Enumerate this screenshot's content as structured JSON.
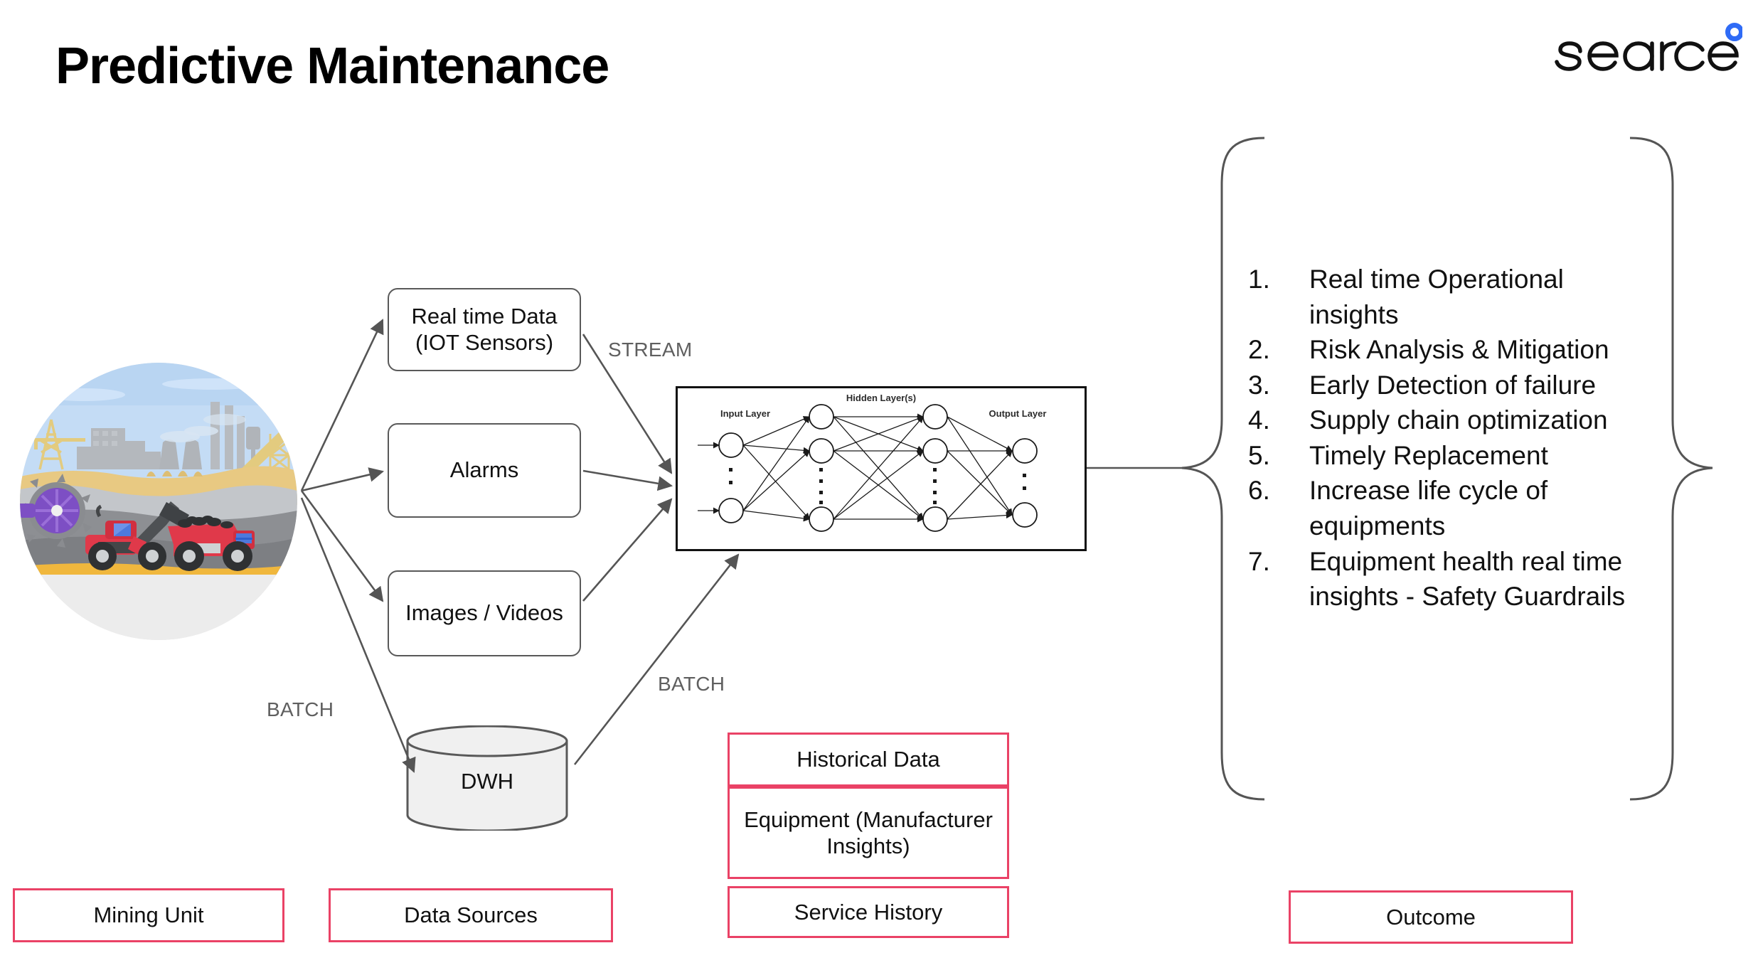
{
  "page": {
    "title": "Predictive Maintenance"
  },
  "brand": {
    "logo_text": "searce",
    "logo_dot_color": "#2f6bf6",
    "logo_text_color": "#111111"
  },
  "colors": {
    "accent_red": "#ea4266",
    "box_border_gray": "#595959",
    "edge_label_gray": "#5f5f5f",
    "cylinder_fill": "#f0f0f0",
    "background": "#ffffff"
  },
  "illustration": {
    "name": "mining-site-illustration",
    "alt": "Mining site with dump truck, wheel loader, bucket wheel excavator and industrial plant silhouette",
    "sky_color": "#bfd8f2",
    "sand_color": "#e8c982",
    "ground_color": "#8d8f93",
    "truck_color": "#e0394a",
    "excavator_color": "#7d4fc4"
  },
  "data_sources": {
    "boxes": [
      {
        "id": "real-time-data",
        "label": "Real time Data (IOT Sensors)"
      },
      {
        "id": "alarms",
        "label": "Alarms"
      },
      {
        "id": "images-videos",
        "label": "Images / Videos"
      }
    ],
    "warehouse": {
      "id": "dwh",
      "label": "DWH"
    }
  },
  "edge_labels": {
    "stream": "STREAM",
    "batch_left": "BATCH",
    "batch_right": "BATCH"
  },
  "model": {
    "name": "neural-network",
    "input_layer_label": "Input Layer",
    "hidden_layer_label": "Hidden Layer(s)",
    "output_layer_label": "Output Layer",
    "input_nodes": 2,
    "hidden_columns": 2,
    "hidden_nodes_per_column": 3,
    "output_nodes": 2
  },
  "outcome": {
    "items": [
      {
        "num": "1.",
        "text": "Real time Operational insights"
      },
      {
        "num": "2.",
        "text": "Risk Analysis & Mitigation"
      },
      {
        "num": "3.",
        "text": "Early Detection of failure"
      },
      {
        "num": "4.",
        "text": "Supply chain optimization"
      },
      {
        "num": "5.",
        "text": "Timely Replacement"
      },
      {
        "num": "6.",
        "text": "Increase life cycle of equipments"
      },
      {
        "num": "7.",
        "text": "Equipment health real time insights - Safety Guardrails"
      }
    ]
  },
  "legend": {
    "historical_data": "Historical Data",
    "equipment": "Equipment (Manufacturer Insights)",
    "service_history": "Service History",
    "mining_unit": "Mining Unit",
    "data_sources": "Data Sources",
    "outcome": "Outcome"
  }
}
